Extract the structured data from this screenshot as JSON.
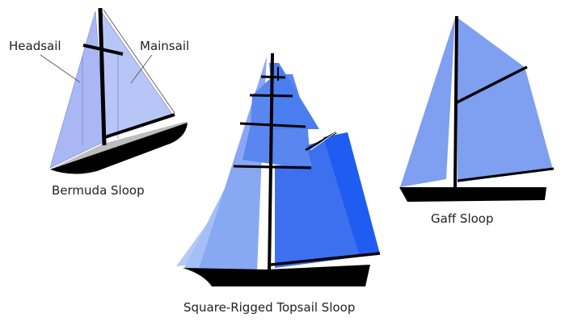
{
  "diagram": {
    "boats": [
      {
        "name": "Bermuda Sloop",
        "parts": [
          {
            "label": "Headsail"
          },
          {
            "label": "Mainsail"
          }
        ]
      },
      {
        "name": "Square-Rigged Topsail Sloop"
      },
      {
        "name": "Gaff Sloop"
      }
    ]
  },
  "colors": {
    "sail_light": "#a9b8f5",
    "sail_medium": "#7f9ff0",
    "sail_blue": "#4a7ef0",
    "sail_bright": "#1f5cf2",
    "sail_pale": "#a3bff5",
    "hull": "#000000",
    "deck": "#bdbdbd"
  }
}
